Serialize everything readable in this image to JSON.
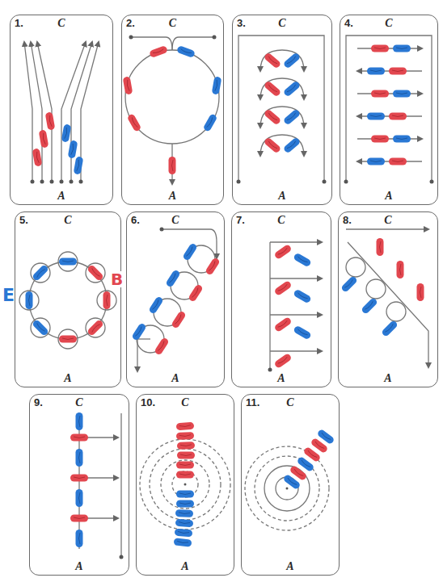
{
  "diagram": {
    "nodes": [
      {
        "text": [
          "1.",
          "C",
          "A"
        ]
      },
      {
        "text": [
          "2.",
          "C",
          "A"
        ]
      },
      {
        "text": [
          "3.",
          "C",
          "A"
        ]
      },
      {
        "text": [
          "4.",
          "C",
          "A"
        ]
      },
      {
        "text": [
          "5.",
          "C",
          "A"
        ]
      },
      {
        "text": [
          "6.",
          "C",
          "A"
        ]
      },
      {
        "text": [
          "7.",
          "C",
          "A"
        ]
      },
      {
        "text": [
          "8.",
          "C",
          "A"
        ]
      },
      {
        "text": [
          "9.",
          "C",
          "A"
        ]
      },
      {
        "text": [
          "10.",
          "C",
          "A"
        ]
      },
      {
        "text": [
          "11.",
          "C",
          "A"
        ]
      }
    ],
    "labels": [
      "E",
      "B"
    ]
  }
}
